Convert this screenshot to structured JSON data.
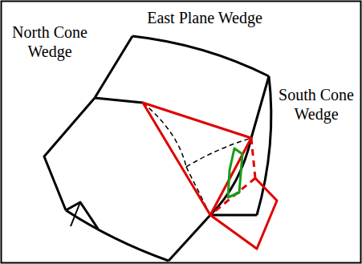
{
  "diagram": {
    "labels": [
      "East Plane Wedge",
      "North Cone Wedge",
      "South Cone Wedge"
    ]
  }
}
